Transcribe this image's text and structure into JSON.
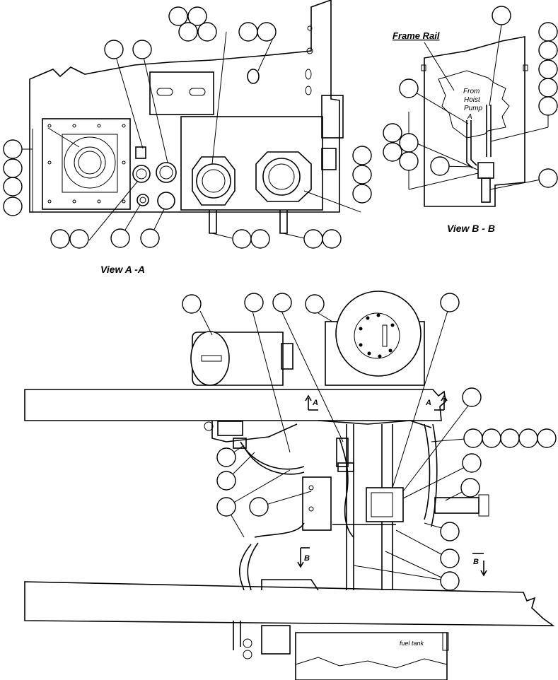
{
  "labels": {
    "view_a": "View A -A",
    "view_b": "View B - B",
    "frame_rail": "Frame Rail",
    "from_hoist_pump_1": "From",
    "from_hoist_pump_2": "Hoist",
    "from_hoist_pump_3": "Pump",
    "fuel_tank": "fuel tank",
    "section_a_left": "A",
    "section_a_right": "A",
    "section_b_left": "B",
    "section_b_right": "B",
    "inset_a_marker": "A"
  }
}
